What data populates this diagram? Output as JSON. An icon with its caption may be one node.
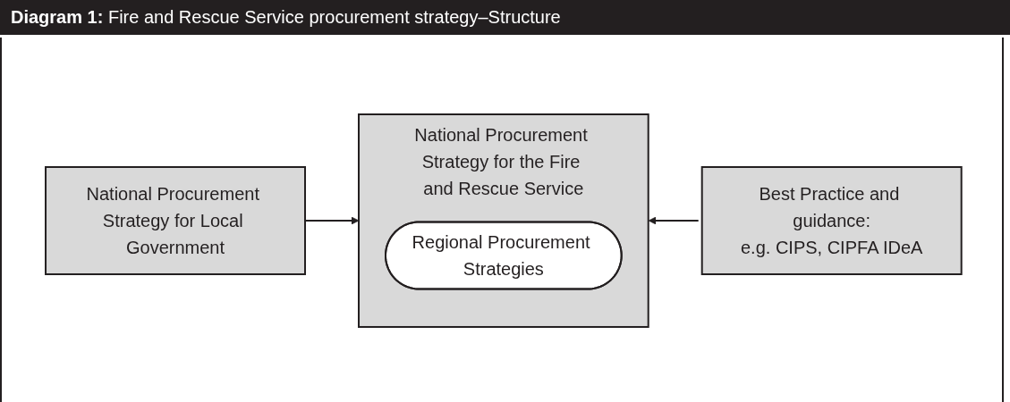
{
  "diagram": {
    "title": "**Diagram 1:** Fire and Rescue Service procurement strategy–Structure",
    "nodes": [
      {
        "text": [
          "National Procurement Strategy for Local Government"
        ]
      },
      {
        "text": [
          "National Procurement Strategy for the Fire and Rescue Service"
        ]
      },
      {
        "text": [
          "Regional Procurement Strategies"
        ],
        "in": 1
      },
      {
        "text": [
          "Best Practice and guidance:",
          "e.g. CIPS, CIPFA IDeA"
        ]
      }
    ],
    "edges": [
      {
        "from": 0,
        "to": 1,
        "arrow": "to"
      },
      {
        "from": 3,
        "to": 1,
        "arrow": "to"
      }
    ]
  }
}
